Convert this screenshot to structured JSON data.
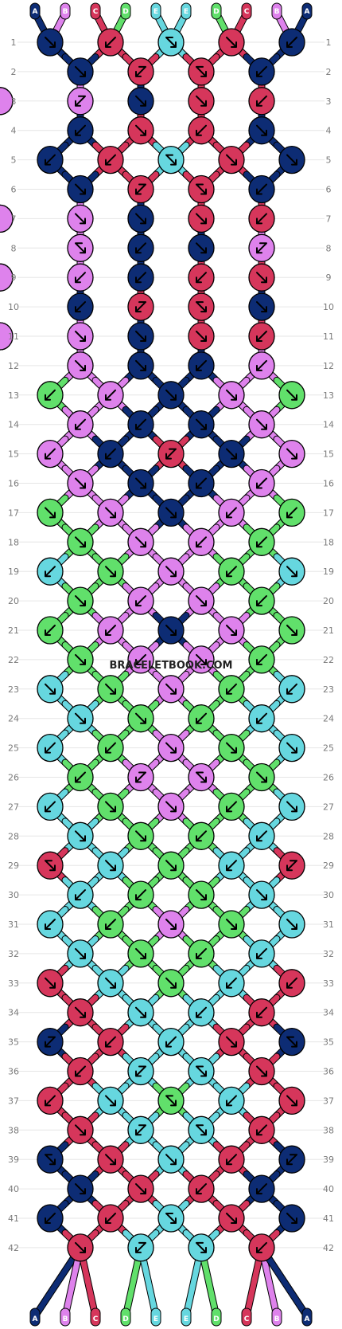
{
  "watermark": "BRACELETBOOK.COM",
  "strands_top": [
    "A",
    "B",
    "C",
    "D",
    "E",
    "E",
    "D",
    "C",
    "B",
    "A"
  ],
  "strands_bottom": [
    "A",
    "B",
    "C",
    "D",
    "E",
    "E",
    "D",
    "C",
    "B",
    "A"
  ],
  "colors": {
    "A": "#0d2c74",
    "B": "#de82ec",
    "C": "#d6365b",
    "D": "#61e06b",
    "E": "#66d7df"
  },
  "rows": [
    {
      "n": 1,
      "knots": [
        [
          "A",
          "dr"
        ],
        [
          "C",
          "dl"
        ],
        [
          "E",
          "fr"
        ],
        [
          "C",
          "dr"
        ],
        [
          "A",
          "dl"
        ]
      ]
    },
    {
      "n": 2,
      "knots": [
        [
          "A",
          "dr"
        ],
        [
          "C",
          "fl"
        ],
        [
          "C",
          "fr"
        ],
        [
          "A",
          "dl"
        ]
      ]
    },
    {
      "n": 3,
      "knots": [
        [
          "B",
          "bl"
        ],
        [
          "A",
          "dr"
        ],
        [
          "C",
          "dr"
        ],
        [
          "C",
          "dl"
        ],
        [
          "A",
          "dl"
        ],
        [
          "B",
          "br"
        ]
      ]
    },
    {
      "n": 4,
      "knots": [
        [
          "A",
          "dl"
        ],
        [
          "C",
          "dr"
        ],
        [
          "C",
          "dl"
        ],
        [
          "A",
          "dr"
        ]
      ]
    },
    {
      "n": 5,
      "knots": [
        [
          "A",
          "dl"
        ],
        [
          "C",
          "dl"
        ],
        [
          "E",
          "fr"
        ],
        [
          "C",
          "dr"
        ],
        [
          "A",
          "dr"
        ]
      ]
    },
    {
      "n": 6,
      "knots": [
        [
          "A",
          "dr"
        ],
        [
          "C",
          "fl"
        ],
        [
          "C",
          "fr"
        ],
        [
          "A",
          "dl"
        ]
      ]
    },
    {
      "n": 7,
      "knots": [
        [
          "B",
          "dr"
        ],
        [
          "A",
          "dr"
        ],
        [
          "C",
          "dr"
        ],
        [
          "C",
          "dl"
        ],
        [
          "A",
          "dl"
        ],
        [
          "B",
          "dl"
        ]
      ]
    },
    {
      "n": 8,
      "knots": [
        [
          "B",
          "br"
        ],
        [
          "A",
          "dl"
        ],
        [
          "A",
          "dr"
        ],
        [
          "B",
          "bl"
        ]
      ]
    },
    {
      "n": 9,
      "knots": [
        [
          "B",
          "dl"
        ],
        [
          "A",
          "dl"
        ],
        [
          "C",
          "dl"
        ],
        [
          "C",
          "dr"
        ],
        [
          "A",
          "dr"
        ],
        [
          "B",
          "dr"
        ]
      ]
    },
    {
      "n": 10,
      "knots": [
        [
          "A",
          "dl"
        ],
        [
          "C",
          "fl"
        ],
        [
          "C",
          "fr"
        ],
        [
          "A",
          "dr"
        ]
      ]
    },
    {
      "n": 11,
      "knots": [
        [
          "B",
          "dr"
        ],
        [
          "A",
          "dr"
        ],
        [
          "C",
          "dr"
        ],
        [
          "C",
          "dl"
        ],
        [
          "A",
          "dl"
        ],
        [
          "B",
          "dl"
        ]
      ]
    },
    {
      "n": 12,
      "knots": [
        [
          "B",
          "dr"
        ],
        [
          "A",
          "dr"
        ],
        [
          "A",
          "dl"
        ],
        [
          "B",
          "dl"
        ]
      ]
    },
    {
      "n": 13,
      "knots": [
        [
          "D",
          "dl"
        ],
        [
          "B",
          "dl"
        ],
        [
          "A",
          "dr"
        ],
        [
          "B",
          "dr"
        ],
        [
          "D",
          "dr"
        ]
      ]
    },
    {
      "n": 14,
      "knots": [
        [
          "B",
          "dl"
        ],
        [
          "A",
          "dl"
        ],
        [
          "A",
          "dr"
        ],
        [
          "B",
          "dr"
        ]
      ]
    },
    {
      "n": 15,
      "knots": [
        [
          "B",
          "dl"
        ],
        [
          "A",
          "dl"
        ],
        [
          "C",
          "fl"
        ],
        [
          "A",
          "dr"
        ],
        [
          "B",
          "dr"
        ]
      ]
    },
    {
      "n": 16,
      "knots": [
        [
          "B",
          "dr"
        ],
        [
          "A",
          "dr"
        ],
        [
          "A",
          "dl"
        ],
        [
          "B",
          "dl"
        ]
      ]
    },
    {
      "n": 17,
      "knots": [
        [
          "D",
          "dr"
        ],
        [
          "B",
          "dr"
        ],
        [
          "A",
          "dr"
        ],
        [
          "B",
          "dl"
        ],
        [
          "D",
          "dl"
        ]
      ]
    },
    {
      "n": 18,
      "knots": [
        [
          "D",
          "dr"
        ],
        [
          "B",
          "dr"
        ],
        [
          "B",
          "dl"
        ],
        [
          "D",
          "dl"
        ]
      ]
    },
    {
      "n": 19,
      "knots": [
        [
          "E",
          "dl"
        ],
        [
          "D",
          "dr"
        ],
        [
          "B",
          "dr"
        ],
        [
          "D",
          "dl"
        ],
        [
          "E",
          "dr"
        ]
      ]
    },
    {
      "n": 20,
      "knots": [
        [
          "D",
          "dr"
        ],
        [
          "B",
          "dl"
        ],
        [
          "B",
          "dr"
        ],
        [
          "D",
          "dl"
        ]
      ]
    },
    {
      "n": 21,
      "knots": [
        [
          "D",
          "dl"
        ],
        [
          "B",
          "dl"
        ],
        [
          "A",
          "dr"
        ],
        [
          "B",
          "dr"
        ],
        [
          "D",
          "dr"
        ]
      ]
    },
    {
      "n": 22,
      "knots": [
        [
          "D",
          "dr"
        ],
        [
          "B",
          "dl"
        ],
        [
          "B",
          "dr"
        ],
        [
          "D",
          "dl"
        ]
      ]
    },
    {
      "n": 23,
      "knots": [
        [
          "E",
          "dr"
        ],
        [
          "D",
          "dr"
        ],
        [
          "B",
          "dr"
        ],
        [
          "D",
          "dl"
        ],
        [
          "E",
          "dl"
        ]
      ]
    },
    {
      "n": 24,
      "knots": [
        [
          "E",
          "dr"
        ],
        [
          "D",
          "dr"
        ],
        [
          "D",
          "dl"
        ],
        [
          "E",
          "dl"
        ]
      ]
    },
    {
      "n": 25,
      "knots": [
        [
          "E",
          "dl"
        ],
        [
          "D",
          "dl"
        ],
        [
          "B",
          "dr"
        ],
        [
          "D",
          "dr"
        ],
        [
          "E",
          "dr"
        ]
      ]
    },
    {
      "n": 26,
      "knots": [
        [
          "D",
          "dl"
        ],
        [
          "B",
          "fl"
        ],
        [
          "B",
          "fr"
        ],
        [
          "D",
          "dr"
        ]
      ]
    },
    {
      "n": 27,
      "knots": [
        [
          "E",
          "dl"
        ],
        [
          "D",
          "dr"
        ],
        [
          "B",
          "dr"
        ],
        [
          "D",
          "dl"
        ],
        [
          "E",
          "dr"
        ]
      ]
    },
    {
      "n": 28,
      "knots": [
        [
          "E",
          "dr"
        ],
        [
          "D",
          "dr"
        ],
        [
          "D",
          "dl"
        ],
        [
          "E",
          "dl"
        ]
      ]
    },
    {
      "n": 29,
      "knots": [
        [
          "C",
          "br"
        ],
        [
          "E",
          "dr"
        ],
        [
          "D",
          "dr"
        ],
        [
          "E",
          "dl"
        ],
        [
          "C",
          "bl"
        ]
      ]
    },
    {
      "n": 30,
      "knots": [
        [
          "E",
          "dl"
        ],
        [
          "D",
          "dl"
        ],
        [
          "D",
          "dr"
        ],
        [
          "E",
          "dr"
        ]
      ]
    },
    {
      "n": 31,
      "knots": [
        [
          "E",
          "dl"
        ],
        [
          "D",
          "dl"
        ],
        [
          "B",
          "dr"
        ],
        [
          "D",
          "dr"
        ],
        [
          "E",
          "dr"
        ]
      ]
    },
    {
      "n": 32,
      "knots": [
        [
          "E",
          "dr"
        ],
        [
          "D",
          "dr"
        ],
        [
          "D",
          "dl"
        ],
        [
          "E",
          "dl"
        ]
      ]
    },
    {
      "n": 33,
      "knots": [
        [
          "C",
          "dr"
        ],
        [
          "E",
          "dr"
        ],
        [
          "D",
          "dr"
        ],
        [
          "E",
          "dl"
        ],
        [
          "C",
          "dl"
        ]
      ]
    },
    {
      "n": 34,
      "knots": [
        [
          "C",
          "dr"
        ],
        [
          "E",
          "dr"
        ],
        [
          "E",
          "dl"
        ],
        [
          "C",
          "dl"
        ]
      ]
    },
    {
      "n": 35,
      "knots": [
        [
          "A",
          "bl"
        ],
        [
          "C",
          "dl"
        ],
        [
          "E",
          "dl"
        ],
        [
          "C",
          "dr"
        ],
        [
          "A",
          "br"
        ]
      ]
    },
    {
      "n": 36,
      "knots": [
        [
          "C",
          "dl"
        ],
        [
          "E",
          "fl"
        ],
        [
          "E",
          "fr"
        ],
        [
          "C",
          "dr"
        ]
      ]
    },
    {
      "n": 37,
      "knots": [
        [
          "C",
          "dl"
        ],
        [
          "E",
          "dr"
        ],
        [
          "D",
          "fr"
        ],
        [
          "E",
          "dl"
        ],
        [
          "C",
          "dr"
        ]
      ]
    },
    {
      "n": 38,
      "knots": [
        [
          "C",
          "dr"
        ],
        [
          "E",
          "fl"
        ],
        [
          "E",
          "fr"
        ],
        [
          "C",
          "dl"
        ]
      ]
    },
    {
      "n": 39,
      "knots": [
        [
          "A",
          "br"
        ],
        [
          "C",
          "dr"
        ],
        [
          "E",
          "dr"
        ],
        [
          "C",
          "dl"
        ],
        [
          "A",
          "bl"
        ]
      ]
    },
    {
      "n": 40,
      "knots": [
        [
          "A",
          "dr"
        ],
        [
          "C",
          "dr"
        ],
        [
          "C",
          "dl"
        ],
        [
          "A",
          "dl"
        ]
      ]
    },
    {
      "n": 41,
      "knots": [
        [
          "A",
          "dl"
        ],
        [
          "C",
          "dl"
        ],
        [
          "E",
          "fr"
        ],
        [
          "C",
          "dr"
        ],
        [
          "A",
          "dr"
        ]
      ]
    },
    {
      "n": 42,
      "knots": [
        [
          "C",
          "dr"
        ],
        [
          "E",
          "fl"
        ],
        [
          "E",
          "fr"
        ],
        [
          "C",
          "dl"
        ]
      ]
    }
  ]
}
